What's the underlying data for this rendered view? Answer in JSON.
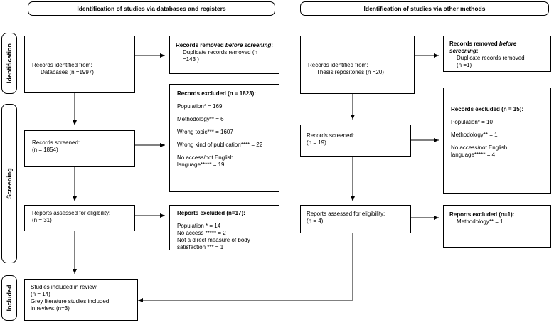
{
  "headers": {
    "left": "Identification of studies via databases and registers",
    "right": "Identification of studies via other methods"
  },
  "phases": {
    "identification": "Identification",
    "screening": "Screening",
    "included": "Included"
  },
  "left": {
    "identified": {
      "line1": "Records identified from:",
      "line2": "Databases (n =1997)"
    },
    "removed": {
      "title_a": "Records removed ",
      "title_b": "before screening",
      "title_c": ":",
      "line1": "Duplicate records removed  (n",
      "line2": "=143 )"
    },
    "excluded": {
      "title": "Records excluded (n = 1823):",
      "population": "Population* = 169",
      "methodology": "Methodology** = 6",
      "topic": "Wrong topic*** = 1607",
      "publication": "Wrong kind of publication**** = 22",
      "access1": "No access/not English",
      "access2": "language***** = 19"
    },
    "screened": {
      "line1": "Records screened:",
      "line2": "(n = 1854)"
    },
    "assessed": {
      "line1": "Reports assessed for eligibility:",
      "line2": "(n = 31)"
    },
    "reports_excluded": {
      "title": "Reports excluded (n=17):",
      "population": "Population * = 14",
      "access": "No access ***** = 2",
      "direct1": "Not a direct measure of body",
      "direct2": "satisfaction *** =  1"
    },
    "included": {
      "line1": "Studies included in review:",
      "line2": "(n = 14)",
      "line3": "Grey literature studies included",
      "line4": "in review: (n=3)"
    }
  },
  "right": {
    "identified": {
      "line1": "Records identified from:",
      "line2": "Thesis repositories (n =20)"
    },
    "removed": {
      "title_a": "Records removed ",
      "title_b": "before",
      "title_c": "screening",
      "title_d": ":",
      "line1": "Duplicate records removed",
      "line2": "(n =1)"
    },
    "excluded": {
      "title": "Records excluded (n = 15):",
      "population": "Population* = 10",
      "methodology": "Methodology**  =  1",
      "access1": "No access/not English",
      "access2": "language***** = 4"
    },
    "screened": {
      "line1": "Records screened:",
      "line2": "(n = 19)"
    },
    "assessed": {
      "line1": "Reports assessed for eligibility:",
      "line2": "(n = 4)"
    },
    "reports_excluded": {
      "title": "Reports excluded (n=1):",
      "methodology": "Methodology** = 1"
    }
  }
}
